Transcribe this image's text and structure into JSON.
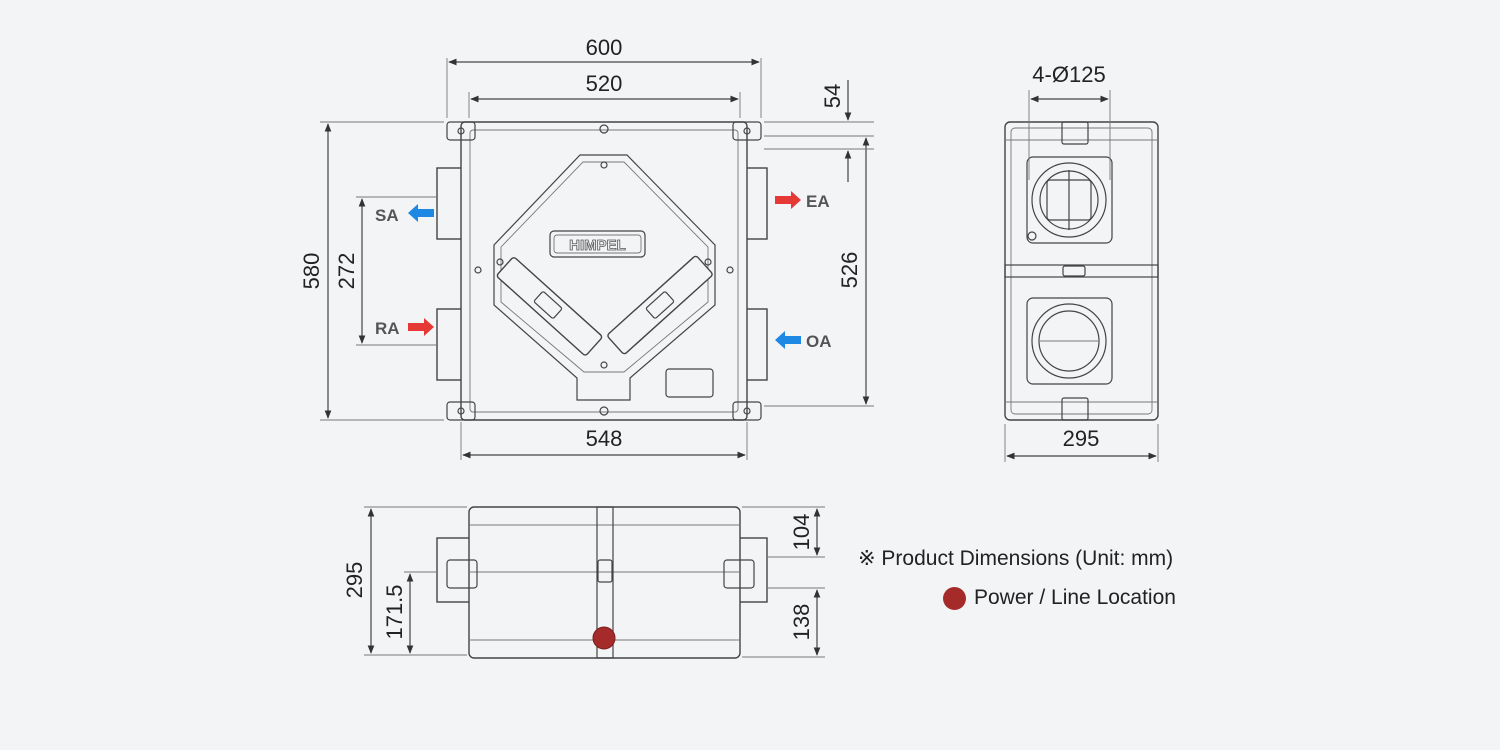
{
  "front": {
    "dims": {
      "width_total": "600",
      "width_inner": "520",
      "width_bottom": "548",
      "height_total": "580",
      "height_ports": "272",
      "height_right": "526",
      "offset_top": "54"
    },
    "brand": "HIMPEL",
    "ports": {
      "sa": "SA",
      "ra": "RA",
      "ea": "EA",
      "oa": "OA"
    }
  },
  "side": {
    "dims": {
      "duct": "4-Ø125",
      "width": "295"
    }
  },
  "bottom": {
    "dims": {
      "height_total": "295",
      "height_left": "171.5",
      "height_top_right": "104",
      "height_bottom_right": "138"
    }
  },
  "legend": {
    "note": "※ Product Dimensions (Unit: mm)",
    "power": "Power / Line Location"
  },
  "colors": {
    "supply_arrow": "#1e88e5",
    "return_arrow": "#e53935",
    "power_marker": "#a52a2a"
  }
}
